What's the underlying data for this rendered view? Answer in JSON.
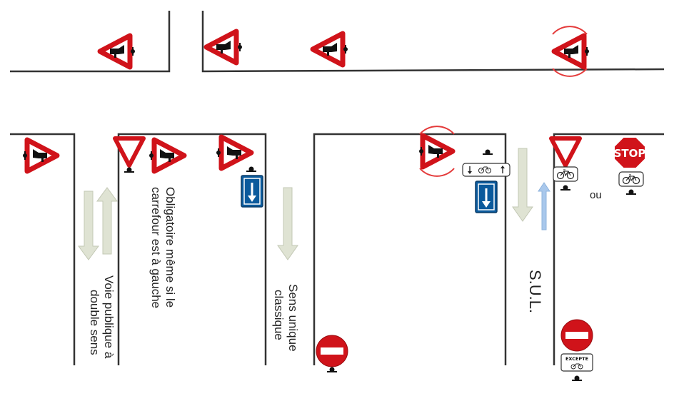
{
  "labels": {
    "double_sens": [
      "Voie publique à",
      "double sens"
    ],
    "obligatoire": [
      "Obligatoire même si le",
      "carrefour est à gauche"
    ],
    "sens_unique": [
      "Sens unique",
      "classique"
    ],
    "sul": "S.U.L.",
    "ou": "ou",
    "stop": "STOP",
    "excepte": "EXCEPTE"
  },
  "colors": {
    "sign_red": "#d0131a",
    "sign_blue": "#0b5a9c",
    "road_line": "#333333",
    "arrow_gray": "#dfe3d3",
    "arrow_blue": "#a9c8ec",
    "highlight": "#e43a3a"
  }
}
